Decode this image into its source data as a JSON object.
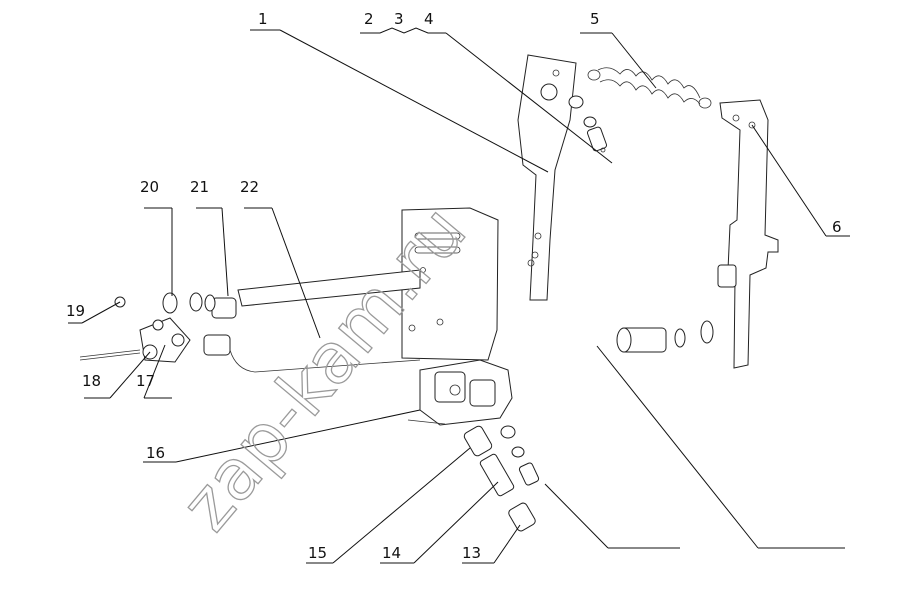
{
  "diagram": {
    "watermark": "zap-kam.ru",
    "callouts": [
      "1",
      "2",
      "3",
      "4",
      "5",
      "6",
      "13",
      "14",
      "15",
      "16",
      "17",
      "18",
      "19",
      "20",
      "21",
      "22"
    ]
  }
}
